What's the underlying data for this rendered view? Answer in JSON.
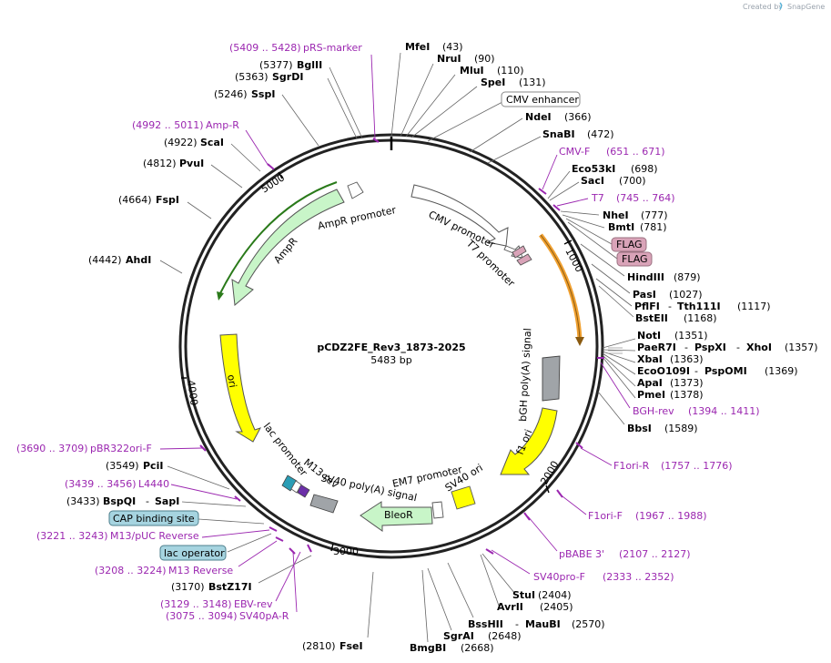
{
  "credit": {
    "text": "Created by",
    "brand": "SnapGene"
  },
  "title": "pCDZ2FE_Rev3_1873-2025",
  "length_label": "5483 bp",
  "ticks": [
    {
      "label": "1000"
    },
    {
      "label": "2000"
    },
    {
      "label": "3000"
    },
    {
      "label": "4000"
    },
    {
      "label": "5000"
    }
  ],
  "features": [
    {
      "name": "CMV enhancer"
    },
    {
      "name": "CMV promoter"
    },
    {
      "name": "T7 promoter"
    },
    {
      "name": "FLAG"
    },
    {
      "name": "FLAG"
    },
    {
      "name": "bGH poly(A) signal"
    },
    {
      "name": "f1 ori"
    },
    {
      "name": "SV40 ori"
    },
    {
      "name": "EM7 promoter"
    },
    {
      "name": "BleoR"
    },
    {
      "name": "SV40 poly(A) signal"
    },
    {
      "name": "M13 rev"
    },
    {
      "name": "lac promoter"
    },
    {
      "name": "ori"
    },
    {
      "name": "AmpR"
    },
    {
      "name": "AmpR promoter"
    },
    {
      "name": "CAP binding site"
    },
    {
      "name": "lac operator"
    }
  ],
  "labels": {
    "mfei": "MfeI",
    "mfei_pos": "(43)",
    "nrui": "NruI",
    "nrui_pos": "(90)",
    "mlui": "MluI",
    "mlui_pos": "(110)",
    "spei": "SpeI",
    "spei_pos": "(131)",
    "ndei": "NdeI",
    "ndei_pos": "(366)",
    "snabi": "SnaBI",
    "snabi_pos": "(472)",
    "cmvf": "CMV-F",
    "cmvf_pos": "(651 .. 671)",
    "eco53ki": "Eco53kI",
    "eco53ki_pos": "(698)",
    "saci": "SacI",
    "saci_pos": "(700)",
    "t7": "T7",
    "t7_pos": "(745 .. 764)",
    "nhei": "NheI",
    "nhei_pos": "(777)",
    "bmti": "BmtI",
    "bmti_pos": "(781)",
    "hindiii": "HindIII",
    "hindiii_pos": "(879)",
    "pasi": "PasI",
    "pasi_pos": "(1027)",
    "pflfi": "PflFI",
    "sep1": "-",
    "tth111i": "Tth111I",
    "pflfi_pos": "(1117)",
    "bsteii": "BstEII",
    "bsteii_pos": "(1168)",
    "noti": "NotI",
    "noti_pos": "(1351)",
    "paer7i": "PaeR7I",
    "sep2": "-",
    "pspxi": "PspXI",
    "sep3": "-",
    "xhoi": "XhoI",
    "xhoi_pos": "(1357)",
    "xbai": "XbaI",
    "xbai_pos": "(1363)",
    "eco0109i": "EcoO109I",
    "sep4": "-",
    "pspomi": "PspOMI",
    "eco0109i_pos": "(1369)",
    "apai": "ApaI",
    "apai_pos": "(1373)",
    "pmei": "PmeI",
    "pmei_pos": "(1378)",
    "bghrev": "BGH-rev",
    "bghrev_pos": "(1394 .. 1411)",
    "bbsi": "BbsI",
    "bbsi_pos": "(1589)",
    "f1orir": "F1ori-R",
    "f1orir_pos": "(1757 .. 1776)",
    "f1orif": "F1ori-F",
    "f1orif_pos": "(1967 .. 1988)",
    "pbabe3": "pBABE 3'",
    "pbabe3_pos": "(2107 .. 2127)",
    "sv40prof": "SV40pro-F",
    "sv40prof_pos": "(2333 .. 2352)",
    "stui": "StuI",
    "stui_pos": "(2404)",
    "avrii": "AvrII",
    "avrii_pos": "(2405)",
    "bsshii": "BssHII",
    "sep5": "-",
    "maubi": "MauBI",
    "bsshii_pos": "(2570)",
    "sgrai": "SgrAI",
    "sgrai_pos": "(2648)",
    "bmgbi": "BmgBI",
    "bmgbi_pos": "(2668)",
    "fsei_pos": "(2810)",
    "fsei": "FseI",
    "bstz17i_pos": "(3170)",
    "bstz17i": "BstZ17I",
    "ebvrev_pos": "(3129 .. 3148)",
    "ebvrev": "EBV-rev",
    "sv40pa_pos": "(3075 .. 3094)",
    "sv40pa": "SV40pA-R",
    "m13rev_pos": "(3208 .. 3224)",
    "m13rev": "M13 Reverse",
    "m13puc_pos": "(3221 .. 3243)",
    "m13puc": "M13/pUC Reverse",
    "bspqi_pos": "(3433)",
    "bspqi": "BspQI",
    "sep6": "-",
    "sapi": "SapI",
    "l4440_pos": "(3439 .. 3456)",
    "l4440": "L4440",
    "pcii_pos": "(3549)",
    "pcii": "PciI",
    "pbr_pos": "(3690 .. 3709)",
    "pbr": "pBR322ori-F",
    "ahdi_pos": "(4442)",
    "ahdi": "AhdI",
    "fspi_pos": "(4664)",
    "fspi": "FspI",
    "pvui_pos": "(4812)",
    "pvui": "PvuI",
    "scai_pos": "(4922)",
    "scai": "ScaI",
    "ampr_r_pos": "(4992 .. 5011)",
    "ampr_r": "Amp-R",
    "sspi_pos": "(5246)",
    "sspi": "SspI",
    "sgrdi_pos": "(5363)",
    "sgrdi": "SgrDI",
    "bglii_pos": "(5377)",
    "bglii": "BglII",
    "prs_pos": "(5409 .. 5428)",
    "prs": "pRS-marker"
  },
  "colors": {
    "backbone": "#222222",
    "promoter": "#ffffff",
    "ori": "#ffff00",
    "resistance": "#c8f5c8",
    "polya": "#a0a4a8",
    "flag": "#d9a3b8",
    "primer": "#9b27b0",
    "misc_box": "#a6d4e0",
    "orange_feature": "#f0a030"
  }
}
